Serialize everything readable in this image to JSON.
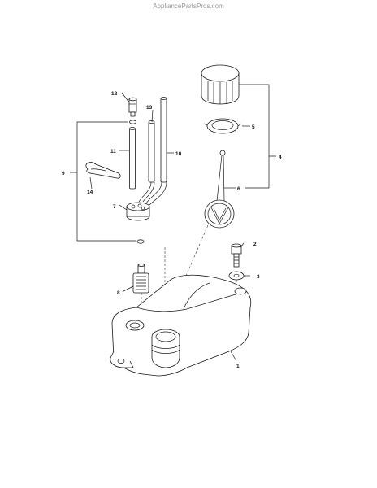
{
  "watermark": "AppliancePartsPros.com",
  "callouts": {
    "c1": "1",
    "c2": "2",
    "c3": "3",
    "c4": "4",
    "c5": "5",
    "c6": "6",
    "c7": "7",
    "c8": "8",
    "c9": "9",
    "c10": "10",
    "c11": "11",
    "c12": "12",
    "c13": "13",
    "c14": "14"
  },
  "colors": {
    "line": "#1a1a1a",
    "watermark": "#9a9a9a",
    "background": "#ffffff"
  }
}
